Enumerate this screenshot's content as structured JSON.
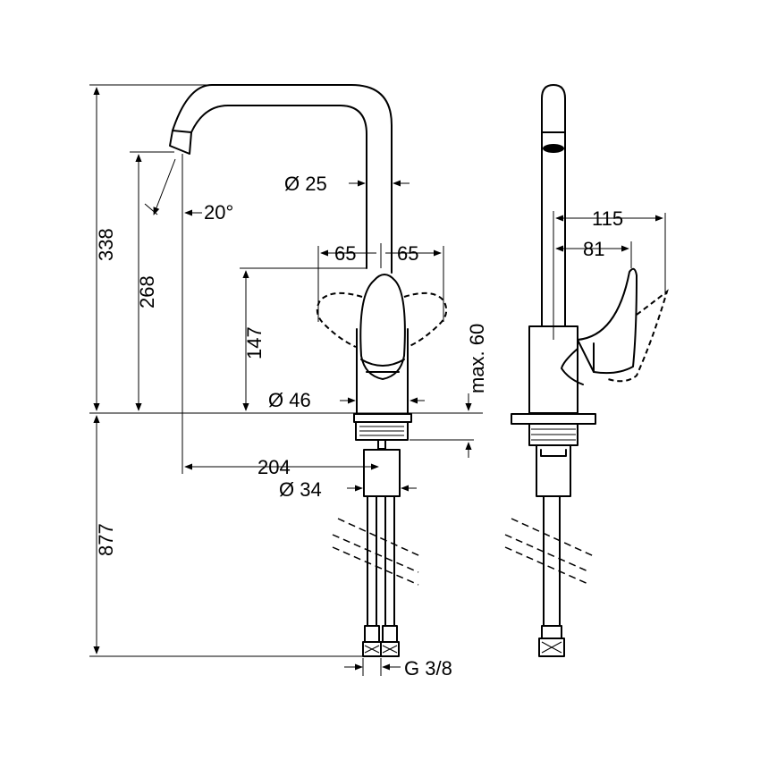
{
  "front_view": {
    "dim_height_total": "338",
    "dim_spout_height": "268",
    "dim_lever_height": "147",
    "dim_angle": "20°",
    "dim_spout_diameter": "Ø 25",
    "dim_lever_left": "65",
    "dim_lever_right": "65",
    "dim_lever_travel": "max. 60",
    "dim_body_diameter": "Ø 46",
    "dim_reach": "204",
    "dim_shank_diameter": "Ø 34",
    "dim_below_deck": "877",
    "dim_thread": "G 3/8"
  },
  "side_view": {
    "dim_lever_max": "115",
    "dim_lever_depth": "81"
  }
}
